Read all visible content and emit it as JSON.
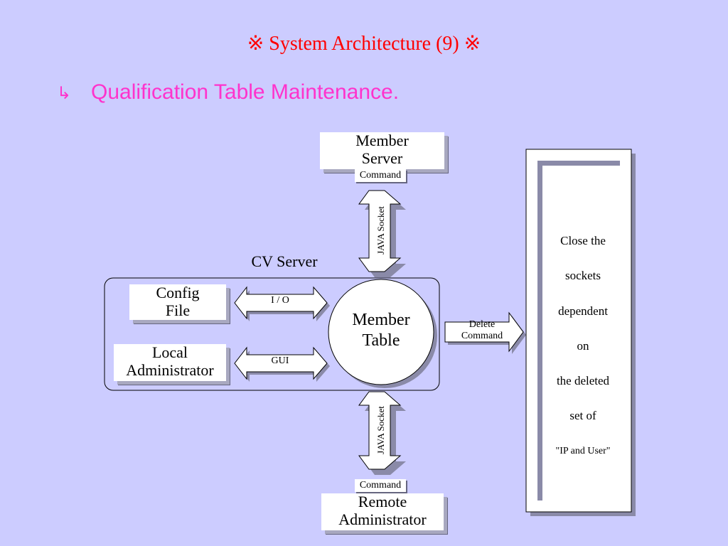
{
  "title": "※ System Architecture (9) ※",
  "bullet": {
    "icon": "hooked-arrow-icon",
    "glyph": "↳",
    "text": "Qualification Table Maintenance."
  },
  "diagram": {
    "member_server": [
      "Member",
      "Server"
    ],
    "command_top": "Command",
    "java_socket_top": "JAVA Socket",
    "cv_server": "CV Server",
    "config_file": [
      "Config",
      "File"
    ],
    "io": "I / O",
    "local_admin": [
      "Local",
      "Administrator"
    ],
    "gui": "GUI",
    "member_table": [
      "Member",
      "Table"
    ],
    "delete_command": [
      "Delete",
      "Command"
    ],
    "java_socket_bottom": "JAVA Socket",
    "command_bottom": "Command",
    "remote_admin": [
      "Remote",
      "Administrator"
    ],
    "note": [
      "Close the",
      "sockets",
      "dependent",
      "on",
      "the deleted",
      "set of",
      "\"IP and User\""
    ]
  },
  "colors": {
    "background": "#ccccff",
    "title": "#ff0000",
    "bullet": "#ff33cc",
    "box": "#ffffff",
    "shadow": "#a8a8c0"
  }
}
